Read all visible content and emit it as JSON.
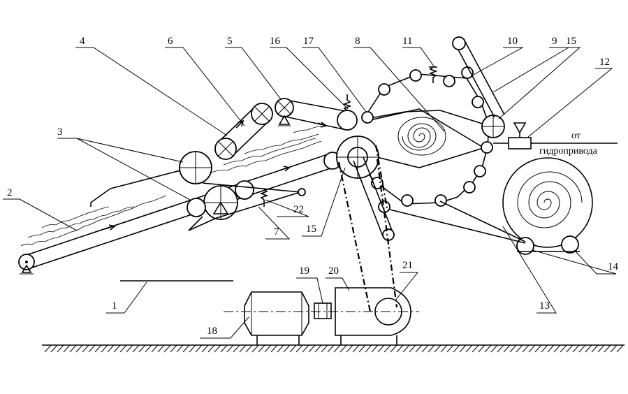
{
  "labels": {
    "n1": "1",
    "n2": "2",
    "n3": "3",
    "n4": "4",
    "n5": "5",
    "n6": "6",
    "n7": "7",
    "n8": "8",
    "n9": "9",
    "n10": "10",
    "n11": "11",
    "n12": "12",
    "n13": "13",
    "n14": "14",
    "n15a": "15",
    "n15b": "15",
    "n16": "16",
    "n17": "17",
    "n18": "18",
    "n19": "19",
    "n20": "20",
    "n21": "21",
    "n22": "22"
  },
  "annotation": {
    "line1": "от",
    "line2": "гидропривода"
  },
  "icons": {
    "roller": "roller-icon",
    "support": "triangle-support-icon",
    "spring": "spring-icon",
    "motor": "electric-motor-icon",
    "gearbox": "gearbox-icon",
    "bale": "round-bale-icon"
  }
}
